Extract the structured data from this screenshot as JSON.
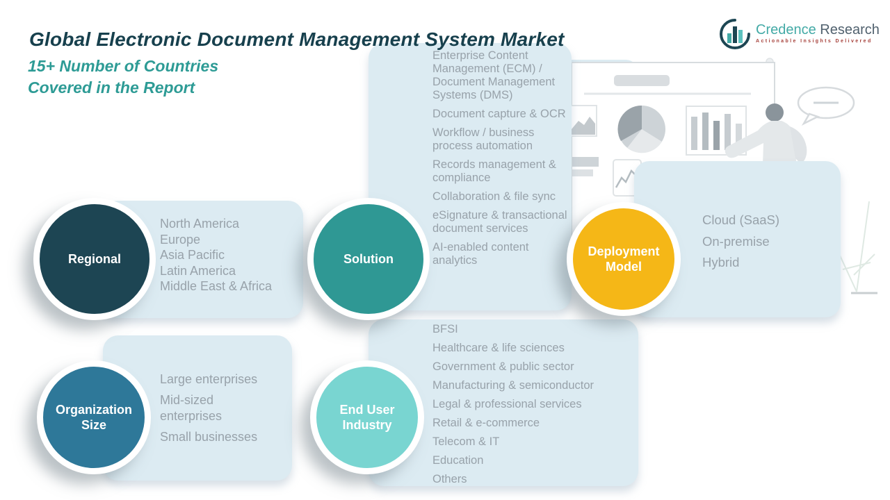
{
  "page": {
    "title": "Global Electronic Document Management System Market",
    "subtitle": "15+ Number of Countries\nCovered in the Report"
  },
  "logo": {
    "brand_primary": "Credence",
    "brand_secondary": " Research",
    "tagline": "Actionable Insights Delivered",
    "colors": {
      "primary": "#43aaa6",
      "secondary": "#50616e",
      "tagline": "#a6403a",
      "icon": "#1d4653"
    }
  },
  "colors": {
    "title": "#17404d",
    "subtitle": "#2d9b95",
    "panel_bg": "#dcebf2",
    "item_text": "#98a2aa",
    "circle_label": "#ffffff"
  },
  "segments": {
    "regional": {
      "label": "Regional",
      "color": "#1d4553",
      "items": [
        "North America",
        "Europe",
        "Asia Pacific",
        "Latin America",
        "Middle East & Africa"
      ]
    },
    "solution": {
      "label": "Solution",
      "color": "#2f9894",
      "items": [
        "Enterprise Content Management (ECM) / Document Management Systems (DMS)",
        "Document capture & OCR",
        "Workflow / business process automation",
        "Records management & compliance",
        "Collaboration & file sync",
        "eSignature & transactional document services",
        "AI-enabled content analytics"
      ]
    },
    "deployment": {
      "label": "Deployment Model",
      "color": "#f5b717",
      "items": [
        "Cloud (SaaS)",
        "On-premise",
        "Hybrid"
      ]
    },
    "organization": {
      "label": "Organization Size",
      "color": "#2e7899",
      "items": [
        "Large enterprises",
        "Mid-sized enterprises",
        "Small businesses"
      ]
    },
    "end_user": {
      "label": "End User Industry",
      "color": "#79d5d1",
      "items": [
        "BFSI",
        "Healthcare & life sciences",
        "Government & public sector",
        "Manufacturing & semiconductor",
        "Legal & professional services",
        "Retail & e-commerce",
        "Telecom & IT",
        "Education",
        "Others"
      ]
    }
  }
}
